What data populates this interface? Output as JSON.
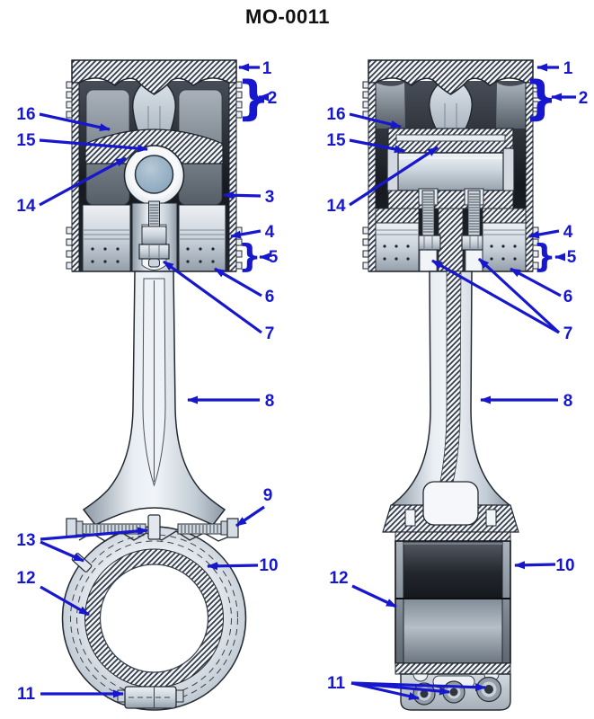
{
  "title": "MO-0011",
  "colors": {
    "callout_blue": "#1717cd",
    "title_text": "#111111"
  },
  "glyphs": {
    "brace": "}"
  },
  "callouts_left": {
    "n1": "1",
    "n2": "2",
    "n3": "3",
    "n4": "4",
    "n5": "5",
    "n6": "6",
    "n7": "7",
    "n8": "8",
    "n9": "9",
    "n10": "10",
    "n11": "11",
    "n12": "12",
    "n13": "13",
    "n14": "14",
    "n15": "15",
    "n16": "16"
  },
  "callouts_right": {
    "n1": "1",
    "n2": "2",
    "n4": "4",
    "n5": "5",
    "n6": "6",
    "n7": "7",
    "n8": "8",
    "n10": "10",
    "n11": "11",
    "n12": "12",
    "n14": "14",
    "n15": "15",
    "n16": "16"
  }
}
